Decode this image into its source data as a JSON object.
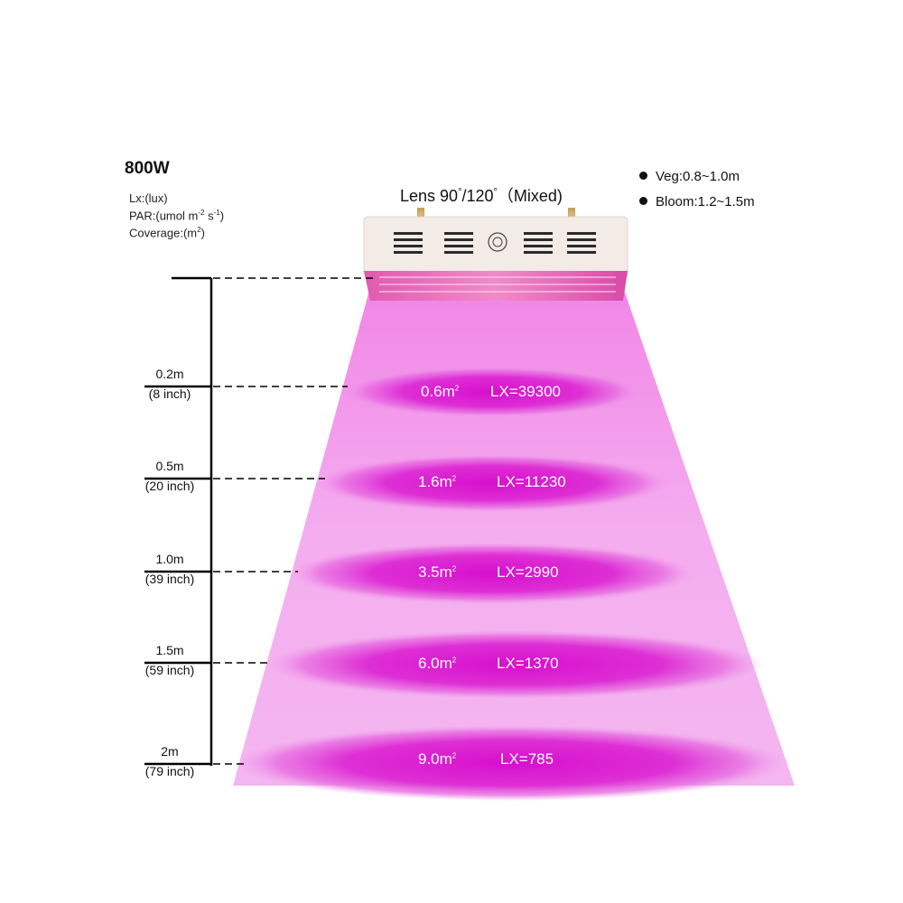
{
  "header": {
    "power": "800W",
    "lux_unit": "Lx:(lux)",
    "par_prefix": "PAR:(umol m",
    "par_exp1": "-2",
    "par_mid": "  s",
    "par_exp2": "-1",
    "par_suffix": ")",
    "coverage_prefix": "Coverage:(m",
    "coverage_exp": "2",
    "coverage_suffix": ")"
  },
  "lens": {
    "prefix": "Lens 90",
    "deg1": "°",
    "mid": "/120",
    "deg2": "°",
    "suffix": "（Mixed)"
  },
  "legend": [
    {
      "text": "Veg:0.8~1.0m"
    },
    {
      "text": "Bloom:1.2~1.5m"
    }
  ],
  "distances": [
    {
      "meters": "0.2m",
      "inches": "(8 inch)",
      "area": "0.6m",
      "area_exp": "2",
      "lux": "LX=39300"
    },
    {
      "meters": "0.5m",
      "inches": "(20 inch)",
      "area": "1.6m",
      "area_exp": "2",
      "lux": "LX=11230"
    },
    {
      "meters": "1.0m",
      "inches": "(39 inch)",
      "area": "3.5m",
      "area_exp": "2",
      "lux": "LX=2990"
    },
    {
      "meters": "1.5m",
      "inches": "(59 inch)",
      "area": "6.0m",
      "area_exp": "2",
      "lux": "LX=1370"
    },
    {
      "meters": "2m",
      "inches": "(79 inch)",
      "area": "9.0m",
      "area_exp": "2",
      "lux": "LX=785"
    }
  ],
  "colors": {
    "beam": "#f2a6ec",
    "band": "#d91ad0",
    "panel": "#f3ebe6"
  },
  "icons": [
    "grow-light-panel-icon",
    "bullet-icon"
  ]
}
